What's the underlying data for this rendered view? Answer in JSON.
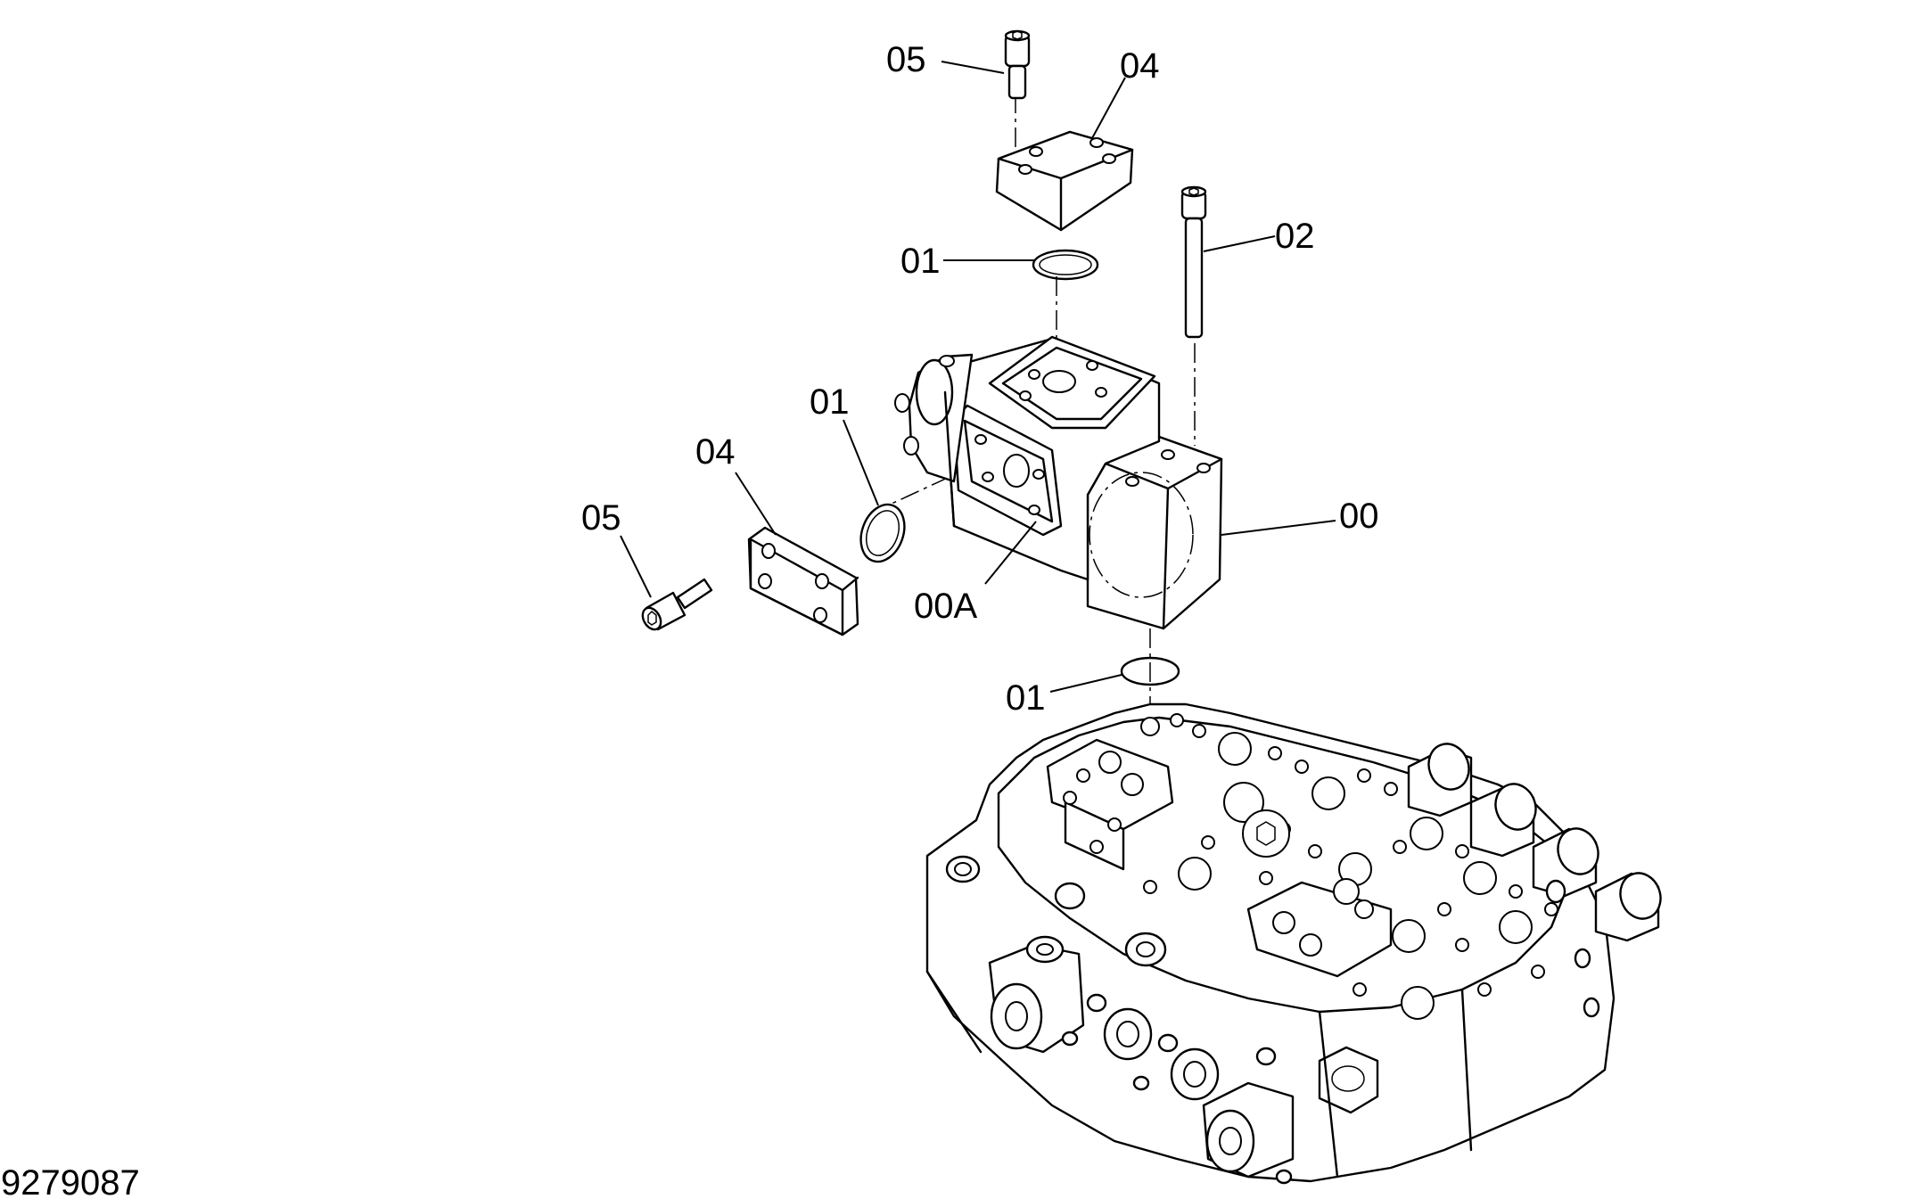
{
  "figure_id": "9279087",
  "callouts": [
    {
      "label": "05"
    },
    {
      "label": "04"
    },
    {
      "label": "01"
    },
    {
      "label": "02"
    },
    {
      "label": "01"
    },
    {
      "label": "04"
    },
    {
      "label": "05"
    },
    {
      "label": "00"
    },
    {
      "label": "00A"
    },
    {
      "label": "01"
    }
  ],
  "line_color": "#000000",
  "background": "#ffffff"
}
